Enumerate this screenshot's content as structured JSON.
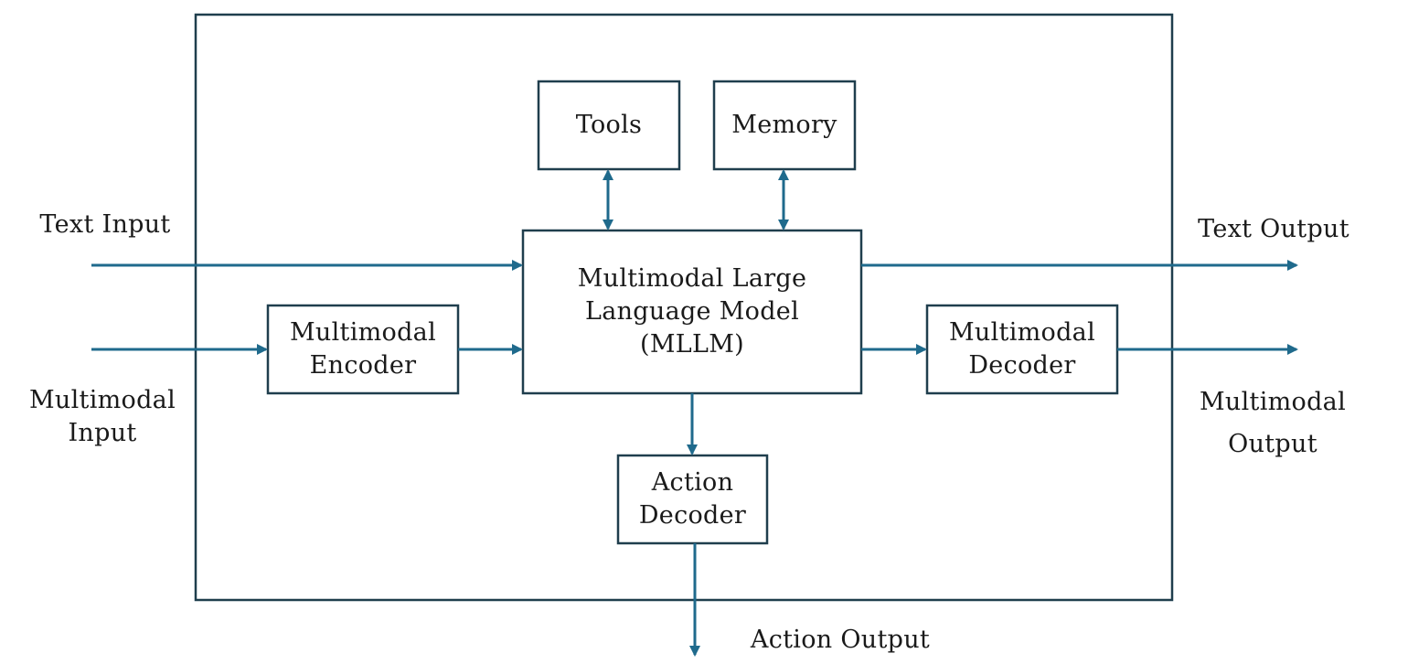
{
  "colors": {
    "arrow": "#1f6a8c",
    "box_border": "#1f3e4d",
    "text": "#1a1a1a",
    "background": "#ffffff"
  },
  "inputs": {
    "text_input": "Text Input",
    "multimodal_input_line1": "Multimodal",
    "multimodal_input_line2": "Input"
  },
  "outputs": {
    "text_output": "Text Output",
    "multimodal_output_line1": "Multimodal",
    "multimodal_output_line2": "Output",
    "action_output": "Action Output"
  },
  "boxes": {
    "tools": "Tools",
    "memory": "Memory",
    "mllm_line1": "Multimodal Large",
    "mllm_line2": "Language Model",
    "mllm_line3": "(MLLM)",
    "encoder_line1": "Multimodal",
    "encoder_line2": "Encoder",
    "decoder_line1": "Multimodal",
    "decoder_line2": "Decoder",
    "action_line1": "Action",
    "action_line2": "Decoder"
  }
}
